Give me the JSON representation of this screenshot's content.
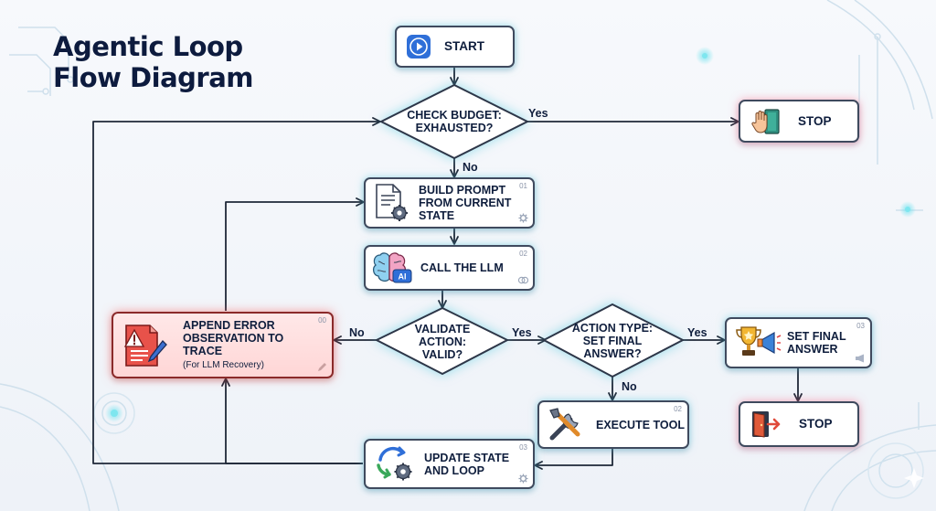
{
  "title": {
    "line1": "Agentic Loop",
    "line2": "Flow Diagram"
  },
  "nodes": {
    "start": {
      "label": "START",
      "icon": "play-icon"
    },
    "check_budget": {
      "label": "CHECK BUDGET:\nEXHAUSTED?"
    },
    "stop_top": {
      "label": "STOP",
      "icon": "hand-door-icon"
    },
    "build_prompt": {
      "label": "BUILD PROMPT\nFROM CURRENT\nSTATE",
      "number": "01",
      "icon": "document-gear-icon"
    },
    "call_llm": {
      "label": "CALL THE LLM",
      "number": "02",
      "icon": "ai-brain-icon"
    },
    "validate": {
      "label": "VALIDATE\nACTION:\nVALID?"
    },
    "action_type": {
      "label": "ACTION TYPE:\nSET FINAL\nANSWER?"
    },
    "set_final": {
      "label": "SET FINAL\nANSWER",
      "number": "03",
      "icon": "trophy-megaphone-icon"
    },
    "stop_bottom": {
      "label": "STOP",
      "icon": "exit-door-icon"
    },
    "append_error": {
      "label": "APPEND ERROR\nOBSERVATION TO\nTRACE",
      "sublabel": "(For LLM Recovery)",
      "number": "00",
      "icon": "error-document-icon"
    },
    "execute_tool": {
      "label": "EXECUTE TOOL",
      "number": "02",
      "icon": "tools-icon"
    },
    "update_state": {
      "label": "UPDATE STATE\nAND LOOP",
      "number": "03",
      "icon": "refresh-gear-icon"
    }
  },
  "edge_labels": {
    "budget_yes": "Yes",
    "budget_no": "No",
    "validate_no": "No",
    "validate_yes": "Yes",
    "action_yes": "Yes",
    "action_no": "No"
  },
  "colors": {
    "accent_cyan": "#5ad0e0",
    "error_red": "#e25555",
    "stroke": "#2d3648",
    "title": "#0d1b3e"
  }
}
